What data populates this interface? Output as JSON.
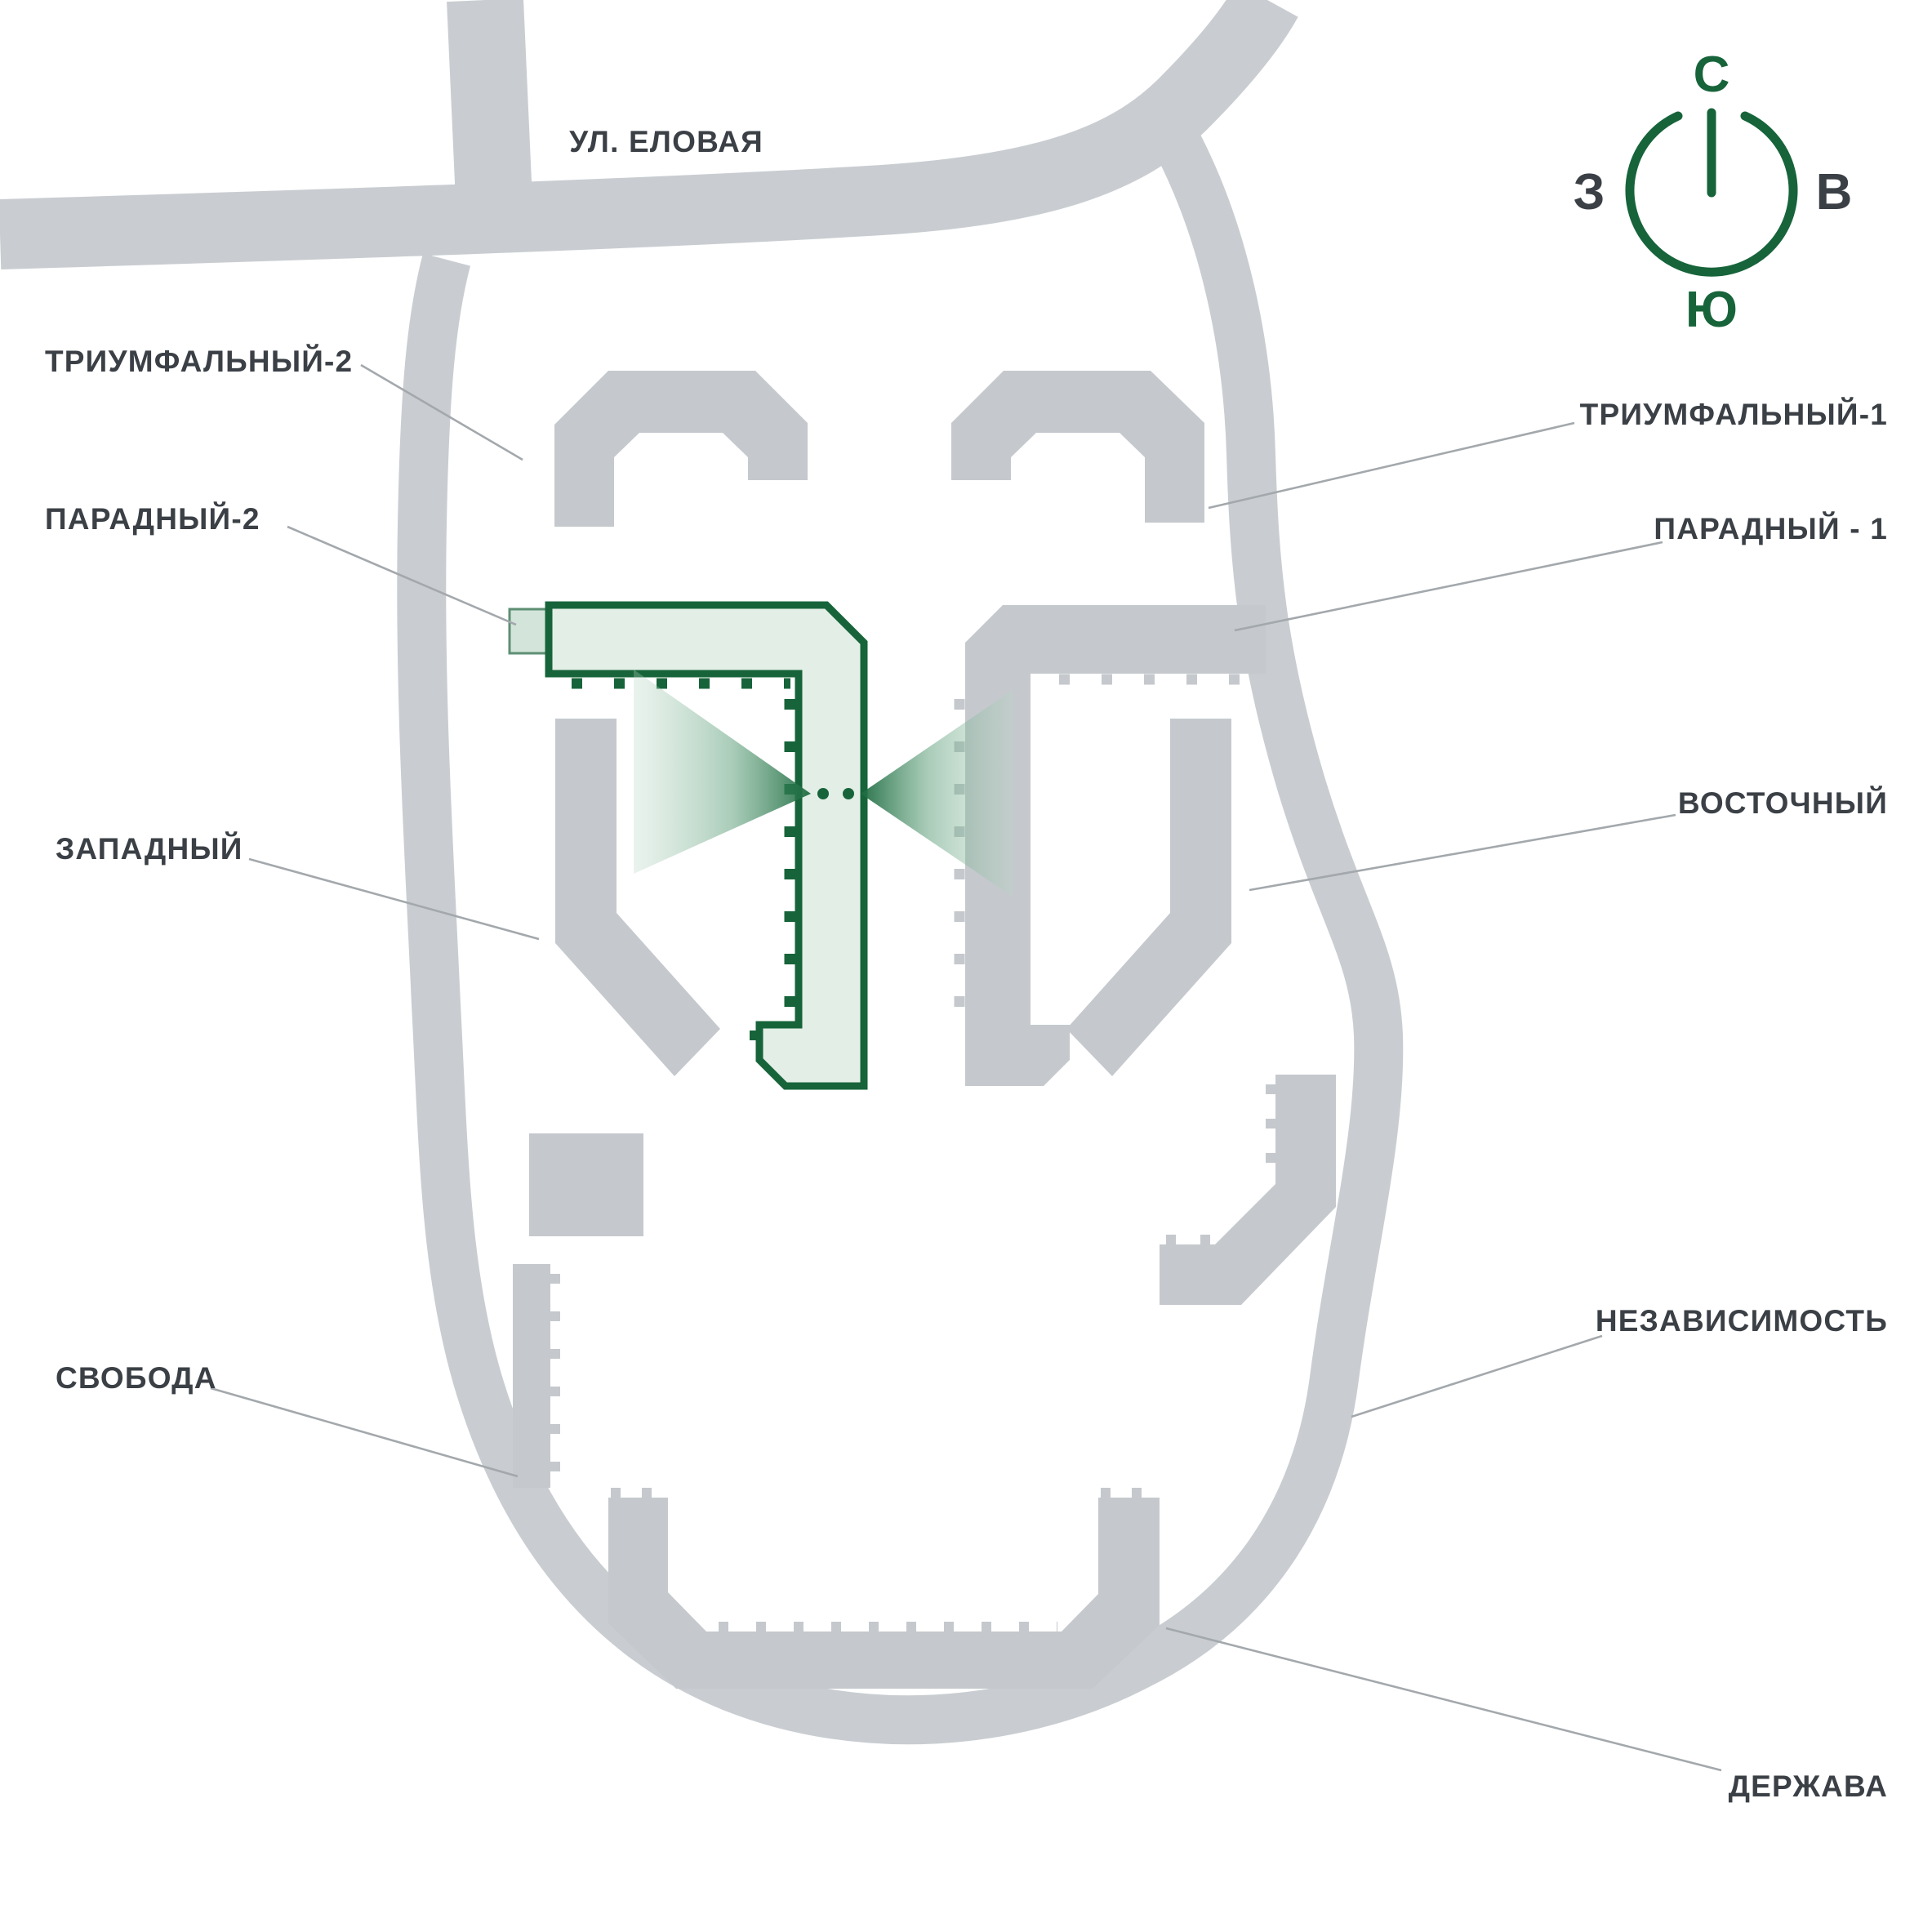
{
  "street": {
    "label": "УЛ. ЕЛОВАЯ"
  },
  "compass": {
    "north": "С",
    "south": "Ю",
    "west": "З",
    "east": "В"
  },
  "buildings": {
    "triumfalny2": {
      "label": "ТРИУМФАЛЬНЫЙ-2",
      "highlighted": false
    },
    "paradny2": {
      "label": "ПАРАДНЫЙ-2",
      "highlighted": true
    },
    "zapadny": {
      "label": "ЗАПАДНЫЙ",
      "highlighted": false
    },
    "svoboda": {
      "label": "СВОБОДА",
      "highlighted": false
    },
    "triumfalny1": {
      "label": "ТРИУМФАЛЬНЫЙ-1",
      "highlighted": false
    },
    "paradny1": {
      "label": "ПАРАДНЫЙ - 1",
      "highlighted": false
    },
    "vostochny": {
      "label": "ВОСТОЧНЫЙ",
      "highlighted": false
    },
    "nezavisimost": {
      "label": "НЕЗАВИСИМОСТЬ",
      "highlighted": false
    },
    "derzhava": {
      "label": "ДЕРЖАВА",
      "highlighted": false
    }
  },
  "colors": {
    "accent_green": "#17643a",
    "selected_fill": "#e2eee6",
    "building_gray": "#c5c9cd",
    "road_gray": "#c9cdd1",
    "label_text": "#3b4046",
    "leader_line": "#a3a8ac"
  }
}
